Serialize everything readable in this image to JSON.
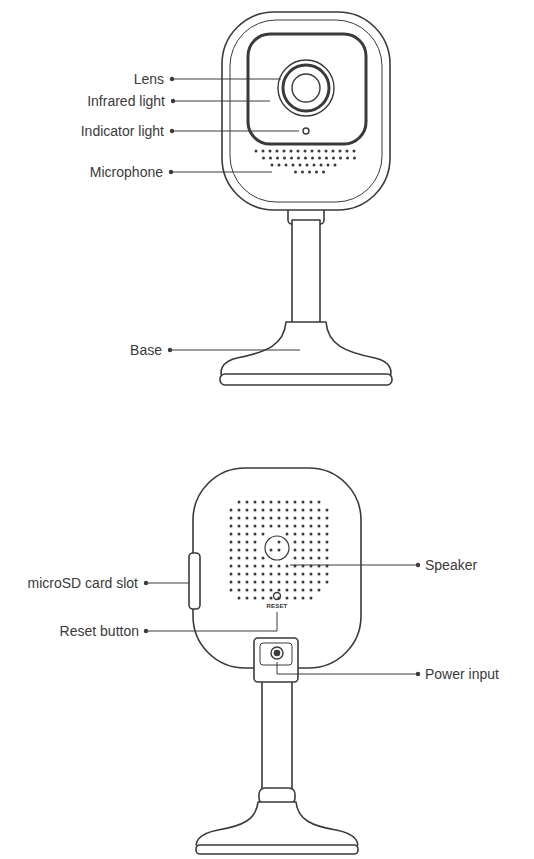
{
  "diagram": {
    "labels": [
      "Lens",
      "Infrared light",
      "Indicator light",
      "Microphone",
      "Base",
      "microSD card slot",
      "Reset button",
      "Speaker",
      "Power input",
      "RESET"
    ]
  }
}
